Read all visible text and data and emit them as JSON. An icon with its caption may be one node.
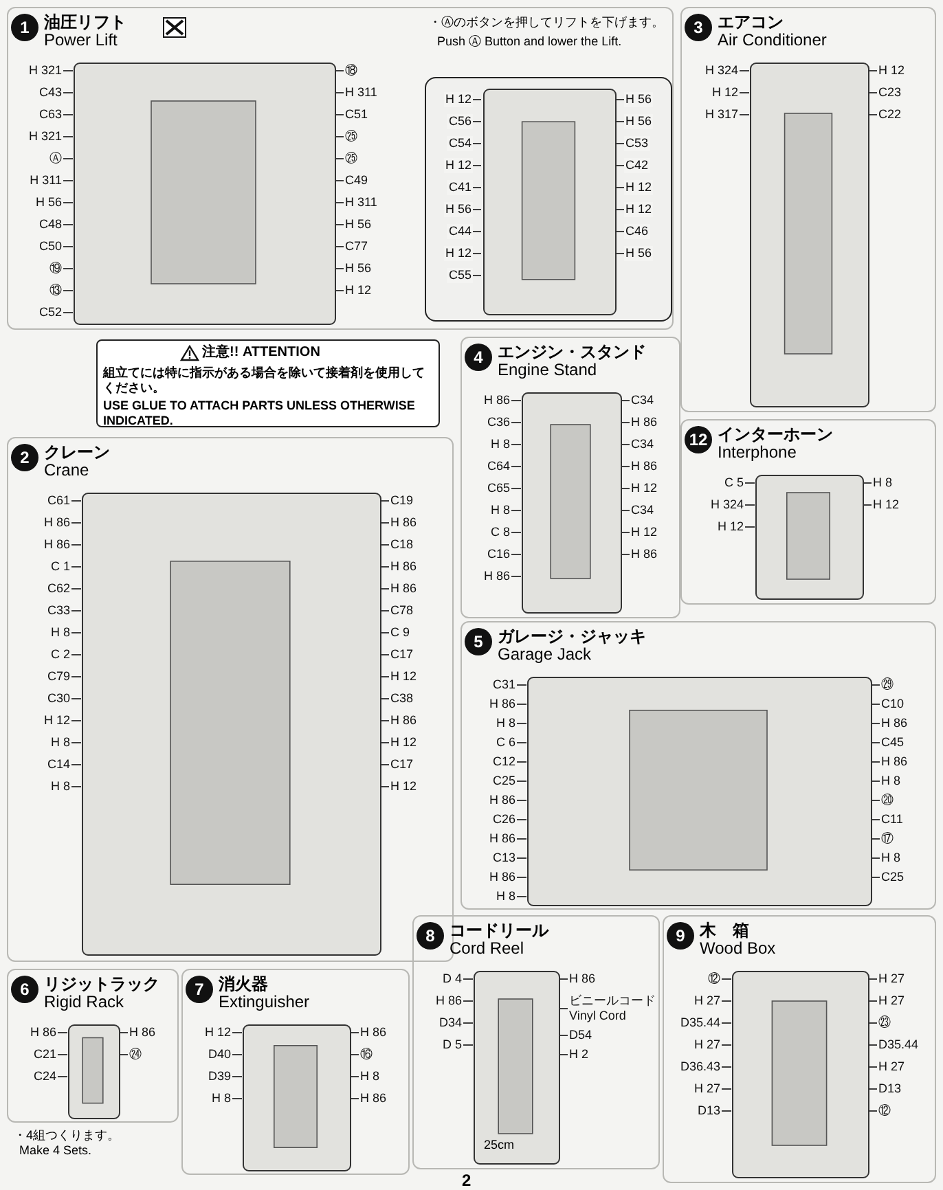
{
  "diagram": {
    "nodes": [
      {
        "text": [
          "1",
          "油圧リフト",
          "Power Lift"
        ]
      },
      {
        "text": [
          "H 321"
        ],
        "in": 0
      },
      {
        "text": [
          "C43"
        ],
        "in": 0
      },
      {
        "text": [
          "C63"
        ],
        "in": 0
      },
      {
        "text": [
          "H 321"
        ],
        "in": 0
      },
      {
        "text": [
          "Ⓐ"
        ],
        "in": 0
      },
      {
        "text": [
          "H 311"
        ],
        "in": 0
      },
      {
        "text": [
          "H 56"
        ],
        "in": 0
      },
      {
        "text": [
          "C48"
        ],
        "in": 0
      },
      {
        "text": [
          "C50"
        ],
        "in": 0
      },
      {
        "text": [
          "⑲"
        ],
        "in": 0
      },
      {
        "text": [
          "⑬"
        ],
        "in": 0
      },
      {
        "text": [
          "C52"
        ],
        "in": 0
      },
      {
        "text": [
          "⑱"
        ],
        "in": 0
      },
      {
        "text": [
          "H 311"
        ],
        "in": 0
      },
      {
        "text": [
          "C51"
        ],
        "in": 0
      },
      {
        "text": [
          "㉕"
        ],
        "in": 0
      },
      {
        "text": [
          "㉕"
        ],
        "in": 0
      },
      {
        "text": [
          "C49"
        ],
        "in": 0
      },
      {
        "text": [
          "H 311"
        ],
        "in": 0
      },
      {
        "text": [
          "H 56"
        ],
        "in": 0
      },
      {
        "text": [
          "C77"
        ],
        "in": 0
      },
      {
        "text": [
          "H 56"
        ],
        "in": 0
      },
      {
        "text": [
          "H 12"
        ],
        "in": 0
      },
      {
        "text": [],
        "shape": "box",
        "in": 0
      },
      {
        "text": [
          "H 12"
        ],
        "in": 24
      },
      {
        "text": [
          "C56"
        ],
        "in": 24
      },
      {
        "text": [
          "C54"
        ],
        "in": 24
      },
      {
        "text": [
          "H 12"
        ],
        "in": 24
      },
      {
        "text": [
          "C41"
        ],
        "in": 24
      },
      {
        "text": [
          "H 56"
        ],
        "in": 24
      },
      {
        "text": [
          "C44"
        ],
        "in": 24
      },
      {
        "text": [
          "H 12"
        ],
        "in": 24
      },
      {
        "text": [
          "C55"
        ],
        "in": 24
      },
      {
        "text": [
          "H 56"
        ],
        "in": 24
      },
      {
        "text": [
          "H 56"
        ],
        "in": 24
      },
      {
        "text": [
          "C53"
        ],
        "in": 24
      },
      {
        "text": [
          "C42"
        ],
        "in": 24
      },
      {
        "text": [
          "H 12"
        ],
        "in": 24
      },
      {
        "text": [
          "H 12"
        ],
        "in": 24
      },
      {
        "text": [
          "C46"
        ],
        "in": 24
      },
      {
        "text": [
          "H 56"
        ],
        "in": 24
      },
      {
        "text": [
          "3",
          "エアコン",
          "Air Conditioner"
        ]
      },
      {
        "text": [
          "H 324"
        ],
        "in": 42
      },
      {
        "text": [
          "H 12"
        ],
        "in": 42
      },
      {
        "text": [
          "H 317"
        ],
        "in": 42
      },
      {
        "text": [
          "H 12"
        ],
        "in": 42
      },
      {
        "text": [
          "C23"
        ],
        "in": 42
      },
      {
        "text": [
          "C22"
        ],
        "in": 42
      },
      {
        "text": [
          "4",
          "エンジン・スタンド",
          "Engine Stand"
        ]
      },
      {
        "text": [
          "H 86"
        ],
        "in": 49
      },
      {
        "text": [
          "C36"
        ],
        "in": 49
      },
      {
        "text": [
          "H 8"
        ],
        "in": 49
      },
      {
        "text": [
          "C64"
        ],
        "in": 49
      },
      {
        "text": [
          "C65"
        ],
        "in": 49
      },
      {
        "text": [
          "H 8"
        ],
        "in": 49
      },
      {
        "text": [
          "C 8"
        ],
        "in": 49
      },
      {
        "text": [
          "C16"
        ],
        "in": 49
      },
      {
        "text": [
          "H 86"
        ],
        "in": 49
      },
      {
        "text": [
          "C34"
        ],
        "in": 49
      },
      {
        "text": [
          "H 86"
        ],
        "in": 49
      },
      {
        "text": [
          "C34"
        ],
        "in": 49
      },
      {
        "text": [
          "H 86"
        ],
        "in": 49
      },
      {
        "text": [
          "H 12"
        ],
        "in": 49
      },
      {
        "text": [
          "C34"
        ],
        "in": 49
      },
      {
        "text": [
          "H 12"
        ],
        "in": 49
      },
      {
        "text": [
          "H 86"
        ],
        "in": 49
      },
      {
        "text": [
          "12",
          "インターホーン",
          "Interphone"
        ]
      },
      {
        "text": [
          "C 5"
        ],
        "in": 67
      },
      {
        "text": [
          "H 324"
        ],
        "in": 67
      },
      {
        "text": [
          "H 12"
        ],
        "in": 67
      },
      {
        "text": [
          "H 8"
        ],
        "in": 67
      },
      {
        "text": [
          "H 12"
        ],
        "in": 67
      },
      {
        "text": [
          "注意!! ATTENTION",
          "組立てには特に指示がある場合を除いて接着剤を使用してください。",
          "USE GLUE TO ATTACH PARTS UNLESS OTHERWISE INDICATED."
        ]
      },
      {
        "text": [
          "2",
          "クレーン",
          "Crane"
        ]
      },
      {
        "text": [
          "C61"
        ],
        "in": 74
      },
      {
        "text": [
          "H 86"
        ],
        "in": 74
      },
      {
        "text": [
          "H 86"
        ],
        "in": 74
      },
      {
        "text": [
          "C 1"
        ],
        "in": 74
      },
      {
        "text": [
          "C62"
        ],
        "in": 74
      },
      {
        "text": [
          "C33"
        ],
        "in": 74
      },
      {
        "text": [
          "H 8"
        ],
        "in": 74
      },
      {
        "text": [
          "C 2"
        ],
        "in": 74
      },
      {
        "text": [
          "C79"
        ],
        "in": 74
      },
      {
        "text": [
          "C30"
        ],
        "in": 74
      },
      {
        "text": [
          "H 12"
        ],
        "in": 74
      },
      {
        "text": [
          "H 8"
        ],
        "in": 74
      },
      {
        "text": [
          "C14"
        ],
        "in": 74
      },
      {
        "text": [
          "H 8"
        ],
        "in": 74
      },
      {
        "text": [
          "C19"
        ],
        "in": 74
      },
      {
        "text": [
          "H 86"
        ],
        "in": 74
      },
      {
        "text": [
          "C18"
        ],
        "in": 74
      },
      {
        "text": [
          "H 86"
        ],
        "in": 74
      },
      {
        "text": [
          "H 86"
        ],
        "in": 74
      },
      {
        "text": [
          "C78"
        ],
        "in": 74
      },
      {
        "text": [
          "C 9"
        ],
        "in": 74
      },
      {
        "text": [
          "C17"
        ],
        "in": 74
      },
      {
        "text": [
          "H 12"
        ],
        "in": 74
      },
      {
        "text": [
          "C38"
        ],
        "in": 74
      },
      {
        "text": [
          "H 86"
        ],
        "in": 74
      },
      {
        "text": [
          "H 12"
        ],
        "in": 74
      },
      {
        "text": [
          "C17"
        ],
        "in": 74
      },
      {
        "text": [
          "H 12"
        ],
        "in": 74
      },
      {
        "text": [
          "5",
          "ガレージ・ジャッキ",
          "Garage Jack"
        ]
      },
      {
        "text": [
          "C31"
        ],
        "in": 103
      },
      {
        "text": [
          "H 86"
        ],
        "in": 103
      },
      {
        "text": [
          "H 8"
        ],
        "in": 103
      },
      {
        "text": [
          "C 6"
        ],
        "in": 103
      },
      {
        "text": [
          "C12"
        ],
        "in": 103
      },
      {
        "text": [
          "C25"
        ],
        "in": 103
      },
      {
        "text": [
          "H 86"
        ],
        "in": 103
      },
      {
        "text": [
          "C26"
        ],
        "in": 103
      },
      {
        "text": [
          "H 86"
        ],
        "in": 103
      },
      {
        "text": [
          "C13"
        ],
        "in": 103
      },
      {
        "text": [
          "H 86"
        ],
        "in": 103
      },
      {
        "text": [
          "H 8"
        ],
        "in": 103
      },
      {
        "text": [
          "㉙"
        ],
        "in": 103
      },
      {
        "text": [
          "C10"
        ],
        "in": 103
      },
      {
        "text": [
          "H 86"
        ],
        "in": 103
      },
      {
        "text": [
          "C45"
        ],
        "in": 103
      },
      {
        "text": [
          "H 86"
        ],
        "in": 103
      },
      {
        "text": [
          "H 8"
        ],
        "in": 103
      },
      {
        "text": [
          "⑳"
        ],
        "in": 103
      },
      {
        "text": [
          "C11"
        ],
        "in": 103
      },
      {
        "text": [
          "⑰"
        ],
        "in": 103
      },
      {
        "text": [
          "H 8"
        ],
        "in": 103
      },
      {
        "text": [
          "C25"
        ],
        "in": 103
      },
      {
        "text": [
          "6",
          "リジットラック",
          "Rigid Rack"
        ]
      },
      {
        "text": [
          "H 86"
        ],
        "in": 127
      },
      {
        "text": [
          "C21"
        ],
        "in": 127
      },
      {
        "text": [
          "C24"
        ],
        "in": 127
      },
      {
        "text": [
          "H 86"
        ],
        "in": 127
      },
      {
        "text": [
          "㉔"
        ],
        "in": 127
      },
      {
        "text": [
          "7",
          "消火器",
          "Extinguisher"
        ]
      },
      {
        "text": [
          "H 12"
        ],
        "in": 133
      },
      {
        "text": [
          "D40"
        ],
        "in": 133
      },
      {
        "text": [
          "D39"
        ],
        "in": 133
      },
      {
        "text": [
          "H 8"
        ],
        "in": 133
      },
      {
        "text": [
          "H 86"
        ],
        "in": 133
      },
      {
        "text": [
          "⑯"
        ],
        "in": 133
      },
      {
        "text": [
          "H 8"
        ],
        "in": 133
      },
      {
        "text": [
          "H 86"
        ],
        "in": 133
      },
      {
        "text": [
          "8",
          "コードリール",
          "Cord Reel"
        ]
      },
      {
        "text": [
          "D 4"
        ],
        "in": 142
      },
      {
        "text": [
          "H 86"
        ],
        "in": 142
      },
      {
        "text": [
          "D34"
        ],
        "in": 142
      },
      {
        "text": [
          "D 5"
        ],
        "in": 142
      },
      {
        "text": [
          "H 86"
        ],
        "in": 142
      },
      {
        "text": [
          "ビニールコード Vinyl Cord"
        ],
        "in": 142
      },
      {
        "text": [
          "D54"
        ],
        "in": 142
      },
      {
        "text": [
          "H 2"
        ],
        "in": 142
      },
      {
        "text": [
          "9",
          "木　箱",
          "Wood Box"
        ]
      },
      {
        "text": [
          "⑫"
        ],
        "in": 151
      },
      {
        "text": [
          "H 27"
        ],
        "in": 151
      },
      {
        "text": [
          "D35.44"
        ],
        "in": 151
      },
      {
        "text": [
          "H 27"
        ],
        "in": 151
      },
      {
        "text": [
          "D36.43"
        ],
        "in": 151
      },
      {
        "text": [
          "H 27"
        ],
        "in": 151
      },
      {
        "text": [
          "D13"
        ],
        "in": 151
      },
      {
        "text": [
          "H 27"
        ],
        "in": 151
      },
      {
        "text": [
          "H 27"
        ],
        "in": 151
      },
      {
        "text": [
          "㉓"
        ],
        "in": 151
      },
      {
        "text": [
          "D35.44"
        ],
        "in": 151
      },
      {
        "text": [
          "H 27"
        ],
        "in": 151
      },
      {
        "text": [
          "D13"
        ],
        "in": 151
      },
      {
        "text": [
          "⑫"
        ],
        "in": 151
      }
    ],
    "edges": [
      {
        "from": 1,
        "to": null,
        "arrow": "none"
      },
      {
        "from": 2,
        "to": null,
        "arrow": "none"
      },
      {
        "from": 3,
        "to": null,
        "arrow": "none"
      },
      {
        "from": 4,
        "to": null,
        "arrow": "none"
      },
      {
        "from": 5,
        "to": null,
        "arrow": "none"
      },
      {
        "from": 6,
        "to": null,
        "arrow": "none"
      },
      {
        "from": 7,
        "to": null,
        "arrow": "none"
      },
      {
        "from": 8,
        "to": null,
        "arrow": "none"
      },
      {
        "from": 9,
        "to": null,
        "arrow": "none"
      },
      {
        "from": 10,
        "to": null,
        "arrow": "none"
      },
      {
        "from": 11,
        "to": null,
        "arrow": "none"
      },
      {
        "from": 12,
        "to": null,
        "arrow": "none"
      },
      {
        "from": 13,
        "to": null,
        "arrow": "none"
      },
      {
        "from": 14,
        "to": null,
        "arrow": "none"
      },
      {
        "from": 15,
        "to": null,
        "arrow": "none"
      },
      {
        "from": 16,
        "to": null,
        "arrow": "none"
      },
      {
        "from": 17,
        "to": null,
        "arrow": "none"
      },
      {
        "from": 18,
        "to": null,
        "arrow": "none"
      },
      {
        "from": 19,
        "to": null,
        "arrow": "none"
      },
      {
        "from": 20,
        "to": null,
        "arrow": "none"
      },
      {
        "from": 21,
        "to": null,
        "arrow": "none"
      },
      {
        "from": 22,
        "to": null,
        "arrow": "none"
      },
      {
        "from": 23,
        "to": null,
        "arrow": "none"
      },
      {
        "from": 25,
        "to": null,
        "arrow": "none"
      },
      {
        "from": 26,
        "to": null,
        "arrow": "none"
      },
      {
        "from": 27,
        "to": null,
        "arrow": "none"
      },
      {
        "from": 28,
        "to": null,
        "arrow": "none"
      },
      {
        "from": 29,
        "to": null,
        "arrow": "none"
      },
      {
        "from": 30,
        "to": null,
        "arrow": "none"
      },
      {
        "from": 31,
        "to": null,
        "arrow": "none"
      },
      {
        "from": 32,
        "to": null,
        "arrow": "none"
      },
      {
        "from": 33,
        "to": null,
        "arrow": "none"
      },
      {
        "from": 34,
        "to": null,
        "arrow": "none"
      },
      {
        "from": 35,
        "to": null,
        "arrow": "none"
      },
      {
        "from": 36,
        "to": null,
        "arrow": "none"
      },
      {
        "from": 37,
        "to": null,
        "arrow": "none"
      },
      {
        "from": 38,
        "to": null,
        "arrow": "none"
      },
      {
        "from": 39,
        "to": null,
        "arrow": "none"
      },
      {
        "from": 40,
        "to": null,
        "arrow": "none"
      },
      {
        "from": 41,
        "to": null,
        "arrow": "none"
      },
      {
        "from": 43,
        "to": null,
        "arrow": "none"
      },
      {
        "from": 44,
        "to": null,
        "arrow": "none"
      },
      {
        "from": 45,
        "to": null,
        "arrow": "none"
      },
      {
        "from": 46,
        "to": null,
        "arrow": "none"
      },
      {
        "from": 47,
        "to": null,
        "arrow": "none"
      },
      {
        "from": 48,
        "to": null,
        "arrow": "none"
      },
      {
        "from": 50,
        "to": null,
        "arrow": "none"
      },
      {
        "from": 51,
        "to": null,
        "arrow": "none"
      },
      {
        "from": 52,
        "to": null,
        "arrow": "none"
      },
      {
        "from": 53,
        "to": null,
        "arrow": "none"
      },
      {
        "from": 54,
        "to": null,
        "arrow": "none"
      },
      {
        "from": 55,
        "to": null,
        "arrow": "none"
      },
      {
        "from": 56,
        "to": null,
        "arrow": "none"
      },
      {
        "from": 57,
        "to": null,
        "arrow": "none"
      },
      {
        "from": 58,
        "to": null,
        "arrow": "none"
      },
      {
        "from": 59,
        "to": null,
        "arrow": "none"
      },
      {
        "from": 60,
        "to": null,
        "arrow": "none"
      },
      {
        "from": 61,
        "to": null,
        "arrow": "none"
      },
      {
        "from": 62,
        "to": null,
        "arrow": "none"
      },
      {
        "from": 63,
        "to": null,
        "arrow": "none"
      },
      {
        "from": 64,
        "to": null,
        "arrow": "none"
      },
      {
        "from": 65,
        "to": null,
        "arrow": "none"
      },
      {
        "from": 66,
        "to": null,
        "arrow": "none"
      },
      {
        "from": 68,
        "to": null,
        "arrow": "none"
      },
      {
        "from": 69,
        "to": null,
        "arrow": "none"
      },
      {
        "from": 70,
        "to": null,
        "arrow": "none"
      },
      {
        "from": 71,
        "to": null,
        "arrow": "none"
      },
      {
        "from": 72,
        "to": null,
        "arrow": "none"
      },
      {
        "from": 75,
        "to": null,
        "arrow": "none"
      },
      {
        "from": 76,
        "to": null,
        "arrow": "none"
      },
      {
        "from": 77,
        "to": null,
        "arrow": "none"
      },
      {
        "from": 78,
        "to": null,
        "arrow": "none"
      },
      {
        "from": 79,
        "to": null,
        "arrow": "none"
      },
      {
        "from": 80,
        "to": null,
        "arrow": "none"
      },
      {
        "from": 81,
        "to": null,
        "arrow": "none"
      },
      {
        "from": 82,
        "to": null,
        "arrow": "none"
      },
      {
        "from": 83,
        "to": null,
        "arrow": "none"
      },
      {
        "from": 84,
        "to": null,
        "arrow": "none"
      },
      {
        "from": 85,
        "to": null,
        "arrow": "none"
      },
      {
        "from": 86,
        "to": null,
        "arrow": "none"
      },
      {
        "from": 87,
        "to": null,
        "arrow": "none"
      },
      {
        "from": 88,
        "to": null,
        "arrow": "none"
      },
      {
        "from": 89,
        "to": null,
        "arrow": "none"
      },
      {
        "from": 90,
        "to": null,
        "arrow": "none"
      },
      {
        "from": 91,
        "to": null,
        "arrow": "none"
      },
      {
        "from": 92,
        "to": null,
        "arrow": "none"
      },
      {
        "from": 93,
        "to": null,
        "arrow": "none"
      },
      {
        "from": 94,
        "to": null,
        "arrow": "none"
      },
      {
        "from": 95,
        "to": null,
        "arrow": "none"
      },
      {
        "from": 96,
        "to": null,
        "arrow": "none"
      },
      {
        "from": 97,
        "to": null,
        "arrow": "none"
      },
      {
        "from": 98,
        "to": null,
        "arrow": "none"
      },
      {
        "from": 99,
        "to": null,
        "arrow": "none"
      },
      {
        "from": 100,
        "to": null,
        "arrow": "none"
      },
      {
        "from": 101,
        "to": null,
        "arrow": "none"
      },
      {
        "from": 102,
        "to": null,
        "arrow": "none"
      },
      {
        "from": 104,
        "to": null,
        "arrow": "none"
      },
      {
        "from": 105,
        "to": null,
        "arrow": "none"
      },
      {
        "from": 106,
        "to": null,
        "arrow": "none"
      },
      {
        "from": 107,
        "to": null,
        "arrow": "none"
      },
      {
        "from": 108,
        "to": null,
        "arrow": "none"
      },
      {
        "from": 109,
        "to": null,
        "arrow": "none"
      },
      {
        "from": 110,
        "to": null,
        "arrow": "none"
      },
      {
        "from": 111,
        "to": null,
        "arrow": "none"
      },
      {
        "from": 112,
        "to": null,
        "arrow": "none"
      },
      {
        "from": 113,
        "to": null,
        "arrow": "none"
      },
      {
        "from": 114,
        "to": null,
        "arrow": "none"
      },
      {
        "from": 115,
        "to": null,
        "arrow": "none"
      },
      {
        "from": 116,
        "to": null,
        "arrow": "none"
      },
      {
        "from": 117,
        "to": null,
        "arrow": "none"
      },
      {
        "from": 118,
        "to": null,
        "arrow": "none"
      },
      {
        "from": 119,
        "to": null,
        "arrow": "none"
      },
      {
        "from": 120,
        "to": null,
        "arrow": "none"
      },
      {
        "from": 121,
        "to": null,
        "arrow": "none"
      },
      {
        "from": 122,
        "to": null,
        "arrow": "none"
      },
      {
        "from": 123,
        "to": null,
        "arrow": "none"
      },
      {
        "from": 124,
        "to": null,
        "arrow": "none"
      },
      {
        "from": 125,
        "to": null,
        "arrow": "none"
      },
      {
        "from": 126,
        "to": null,
        "arrow": "none"
      },
      {
        "from": 128,
        "to": null,
        "arrow": "none"
      },
      {
        "from": 129,
        "to": null,
        "arrow": "none"
      },
      {
        "from": 130,
        "to": null,
        "arrow": "none"
      },
      {
        "from": 131,
        "to": null,
        "arrow": "none"
      },
      {
        "from": 132,
        "to": null,
        "arrow": "none"
      },
      {
        "from": 134,
        "to": null,
        "arrow": "none"
      },
      {
        "from": 135,
        "to": null,
        "arrow": "none"
      },
      {
        "from": 136,
        "to": null,
        "arrow": "none"
      },
      {
        "from": 137,
        "to": null,
        "arrow": "none"
      },
      {
        "from": 138,
        "to": null,
        "arrow": "none"
      },
      {
        "from": 139,
        "to": null,
        "arrow": "none"
      },
      {
        "from": 140,
        "to": null,
        "arrow": "none"
      },
      {
        "from": 141,
        "to": null,
        "arrow": "none"
      },
      {
        "from": 143,
        "to": null,
        "arrow": "none"
      },
      {
        "from": 144,
        "to": null,
        "arrow": "none"
      },
      {
        "from": 145,
        "to": null,
        "arrow": "none"
      },
      {
        "from": 146,
        "to": null,
        "arrow": "none"
      },
      {
        "from": 147,
        "to": null,
        "arrow": "none"
      },
      {
        "from": 148,
        "to": null,
        "arrow": "none"
      },
      {
        "from": 149,
        "to": null,
        "arrow": "none"
      },
      {
        "from": 150,
        "to": null,
        "arrow": "none"
      },
      {
        "from": 152,
        "to": null,
        "arrow": "none"
      },
      {
        "from": 153,
        "to": null,
        "arrow": "none"
      },
      {
        "from": 154,
        "to": null,
        "arrow": "none"
      },
      {
        "from": 155,
        "to": null,
        "arrow": "none"
      },
      {
        "from": 156,
        "to": null,
        "arrow": "none"
      },
      {
        "from": 157,
        "to": null,
        "arrow": "none"
      },
      {
        "from": 158,
        "to": null,
        "arrow": "none"
      },
      {
        "from": 159,
        "to": null,
        "arrow": "none"
      },
      {
        "from": 160,
        "to": null,
        "arrow": "none"
      },
      {
        "from": 161,
        "to": null,
        "arrow": "none"
      },
      {
        "from": 162,
        "to": null,
        "arrow": "none"
      },
      {
        "from": 163,
        "to": null,
        "arrow": "none"
      },
      {
        "from": 164,
        "to": null,
        "arrow": "none"
      },
      {
        "from": 165,
        "to": null,
        "arrow": "none"
      }
    ],
    "labels": [
      "・Ⓐのボタンを押してリフトを下げます。",
      "Push Ⓐ Button and lower the Lift.",
      "25cm",
      "・4組つくります。",
      "Make 4 Sets.",
      "2"
    ]
  }
}
